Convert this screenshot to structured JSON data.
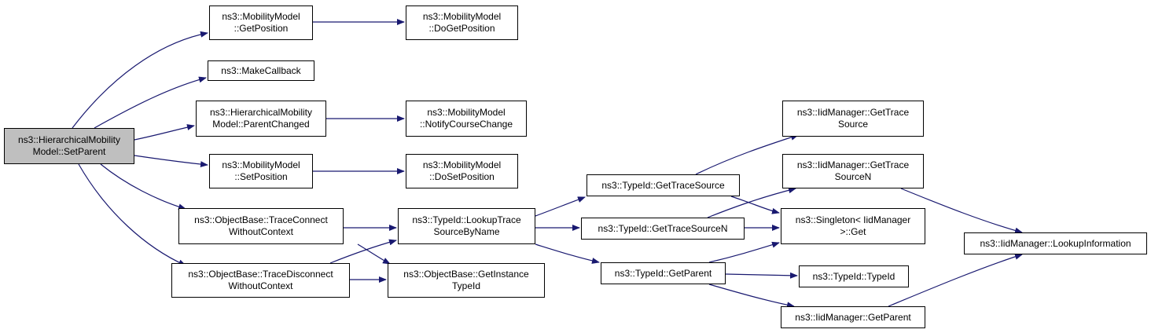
{
  "colors": {
    "edge": "#191970",
    "root_fill": "#bfbfbf",
    "node_fill": "#ffffff",
    "border": "#000000"
  },
  "nodes": {
    "hmm_setparent": {
      "lines": [
        "ns3::HierarchicalMobility",
        "Model::SetParent"
      ],
      "root": true
    },
    "mm_getposition": {
      "lines": [
        "ns3::MobilityModel",
        "::GetPosition"
      ]
    },
    "mm_dogetposition": {
      "lines": [
        "ns3::MobilityModel",
        "::DoGetPosition"
      ]
    },
    "makecallback": {
      "lines": [
        "ns3::MakeCallback"
      ]
    },
    "hmm_parentchanged": {
      "lines": [
        "ns3::HierarchicalMobility",
        "Model::ParentChanged"
      ]
    },
    "mm_notifycourse": {
      "lines": [
        "ns3::MobilityModel",
        "::NotifyCourseChange"
      ]
    },
    "mm_setposition": {
      "lines": [
        "ns3::MobilityModel",
        "::SetPosition"
      ]
    },
    "mm_dosetposition": {
      "lines": [
        "ns3::MobilityModel",
        "::DoSetPosition"
      ]
    },
    "ob_traceconnect": {
      "lines": [
        "ns3::ObjectBase::TraceConnect",
        "WithoutContext"
      ]
    },
    "ob_tracedisconnect": {
      "lines": [
        "ns3::ObjectBase::TraceDisconnect",
        "WithoutContext"
      ]
    },
    "tid_lookuptrace": {
      "lines": [
        "ns3::TypeId::LookupTrace",
        "SourceByName"
      ]
    },
    "ob_getinstancetypeid": {
      "lines": [
        "ns3::ObjectBase::GetInstance",
        "TypeId"
      ]
    },
    "tid_gettracesource": {
      "lines": [
        "ns3::TypeId::GetTraceSource"
      ]
    },
    "tid_gettracesourcen": {
      "lines": [
        "ns3::TypeId::GetTraceSourceN"
      ]
    },
    "tid_getparent": {
      "lines": [
        "ns3::TypeId::GetParent"
      ]
    },
    "iid_gettracesource": {
      "lines": [
        "ns3::IidManager::GetTrace",
        "Source"
      ]
    },
    "iid_gettracesourcen": {
      "lines": [
        "ns3::IidManager::GetTrace",
        "SourceN"
      ]
    },
    "singleton_get": {
      "lines": [
        "ns3::Singleton< IidManager",
        ">::Get"
      ]
    },
    "tid_typeid": {
      "lines": [
        "ns3::TypeId::TypeId"
      ]
    },
    "iid_getparent": {
      "lines": [
        "ns3::IidManager::GetParent"
      ]
    },
    "iid_lookupinfo": {
      "lines": [
        "ns3::IidManager::LookupInformation"
      ]
    }
  }
}
